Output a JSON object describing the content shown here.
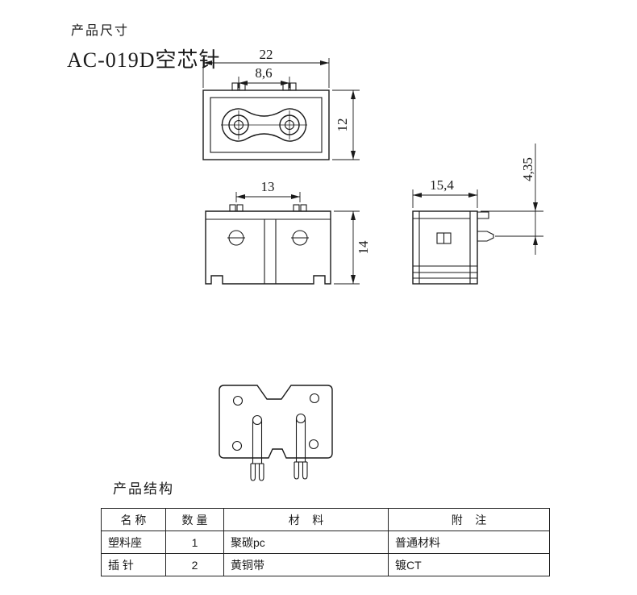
{
  "titles": {
    "dimensions": "产品尺寸",
    "model": "AC-019D空芯针",
    "structure": "产品结构"
  },
  "dims": {
    "top_width": "22",
    "pin_pitch": "8,6",
    "top_height": "12",
    "front_pitch": "13",
    "front_height": "14",
    "side_width": "15,4",
    "pin_offset": "4,35"
  },
  "table": {
    "headers": [
      "名 称",
      "数 量",
      "材    料",
      "附    注"
    ],
    "rows": [
      [
        "塑料座",
        "1",
        "聚碳pc",
        "普通材料"
      ],
      [
        "插 针",
        "2",
        "黄铜带",
        "镀CT"
      ]
    ]
  }
}
